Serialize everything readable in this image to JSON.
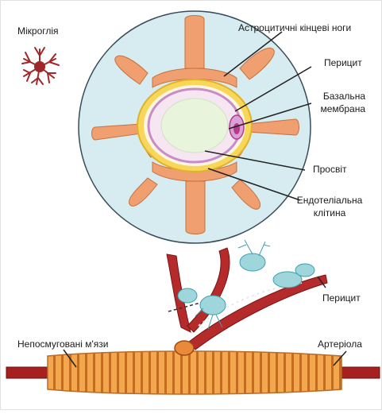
{
  "labels": {
    "microglia": "Мікроглія",
    "astrocyte_endfeet": "Астроцитичні кінцеві ноги",
    "pericyte_top": "Перицит",
    "basal_membrane_1": "Базальна",
    "basal_membrane_2": "мембрана",
    "lumen": "Просвіт",
    "endothelial_1": "Ендотеліальна",
    "endothelial_2": "клітина",
    "pericyte_bottom": "Перицит",
    "smooth_muscle": "Непосмуговані м'язи",
    "arteriole": "Артеріола"
  },
  "colors": {
    "astrocyte": "#f0a070",
    "astrocyte_stroke": "#c8703c",
    "circle_bg": "#d6ecf0",
    "circle_stroke": "#3a4a5a",
    "endothelium": "#f5c842",
    "basal_membrane": "#c88cc8",
    "lumen": "#e8f4dc",
    "pericyte": "#b53a8a",
    "vessel_red": "#b52a2a",
    "muscle_orange": "#f0a04a",
    "pericyte_cyan": "#7cc8d0",
    "microglia": "#a0282a"
  }
}
